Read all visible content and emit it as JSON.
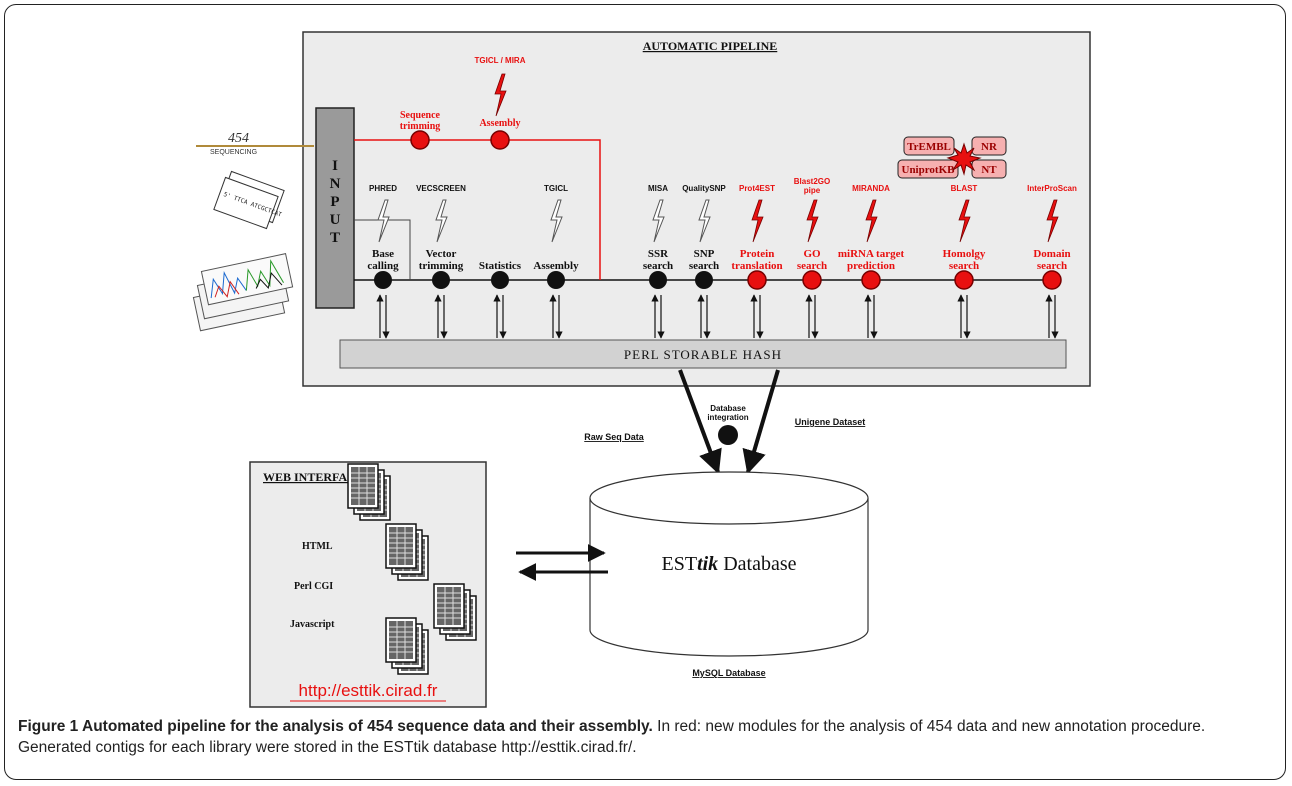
{
  "pipeline": {
    "title": "AUTOMATIC PIPELINE",
    "input_label": [
      "I",
      "N",
      "P",
      "U",
      "T"
    ],
    "sources": {
      "seq454_number": "454",
      "seq454_word": "SEQUENCING",
      "sanger_text": "5' TTCA ATCGCTCAT"
    },
    "top_modules": {
      "sequence_trimming": [
        "Sequence",
        "trimming"
      ],
      "assembly": "Assembly",
      "assembly_tool": "TGICL / MIRA"
    },
    "tools": {
      "phred": "PHRED",
      "vecscreen": "VECSCREEN",
      "tgicl": "TGICL",
      "misa": "MISA",
      "qualitysnp": "QualitySNP",
      "prot4est": "Prot4EST",
      "blast2go": [
        "Blast2GO",
        "pipe"
      ],
      "miranda": "MIRANDA",
      "blast": "BLAST",
      "interproscan": "InterProScan"
    },
    "steps": {
      "base_calling": [
        "Base",
        "calling"
      ],
      "vector_trimming": [
        "Vector",
        "trimming"
      ],
      "statistics": "Statistics",
      "assembly": "Assembly",
      "ssr_search": [
        "SSR",
        "search"
      ],
      "snp_search": [
        "SNP",
        "search"
      ],
      "protein_translation": [
        "Protein",
        "translation"
      ],
      "go_search": [
        "GO",
        "search"
      ],
      "mirna": [
        "miRNA target",
        "prediction"
      ],
      "homology": [
        "Homolgy",
        "search"
      ],
      "domain": [
        "Domain",
        "search"
      ]
    },
    "databases": {
      "trembl": "TrEMBL",
      "nr": "NR",
      "uniprotkb": "UniprotKB",
      "nt": "NT"
    },
    "storage": "PERL STORABLE HASH"
  },
  "integration": {
    "raw_seq": "Raw Seq Data",
    "unigene": "Unigene Dataset",
    "db_integration": [
      "Database",
      "integration"
    ]
  },
  "database": {
    "prefix": "EST",
    "italic": "tik",
    "suffix": " Database",
    "caption": "MySQL Database"
  },
  "web": {
    "title": "WEB INTERFACE",
    "items": [
      "HTML",
      "Perl CGI",
      "Javascript"
    ],
    "url": "http://esttik.cirad.fr"
  },
  "caption": {
    "title": "Figure 1 Automated pipeline for the analysis of 454 sequence data and their assembly.",
    "text": " In red: new modules for the analysis of 454 data and new annotation procedure. Generated contigs for each library were stored in the ESTtik database http://esttik.cirad.fr/."
  },
  "colors": {
    "red": "#e81010",
    "panel": "#ececec",
    "pale_red": "#f6b0b0"
  }
}
